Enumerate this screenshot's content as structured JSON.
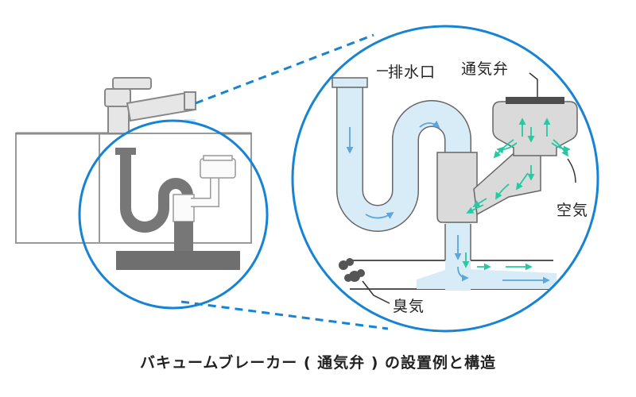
{
  "labels": {
    "drain_outlet": "排水口",
    "vent_valve": "通気弁",
    "air": "空気",
    "odor": "臭気"
  },
  "caption": "バキュームブレーカー ( 通気弁 ) の設置例と構造",
  "colors": {
    "circle_border": "#1683d4",
    "pipe_gray": "#999999",
    "pipe_light": "#d9d9d9",
    "water": "#d8ecf8",
    "water_arrow": "#5ba6dd",
    "air_arrow": "#26c9a0"
  }
}
